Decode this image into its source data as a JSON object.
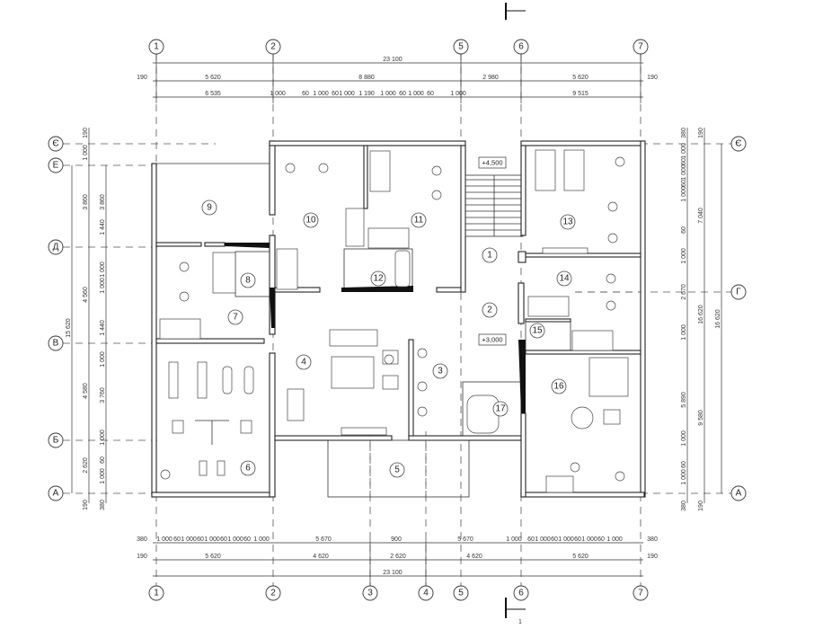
{
  "axes": {
    "columns": [
      "1",
      "2",
      "3",
      "4",
      "5",
      "6",
      "7"
    ],
    "rows": [
      "Є",
      "Е",
      "Д",
      "Г",
      "В",
      "Б",
      "А"
    ]
  },
  "section_mark": "1",
  "levels": {
    "upper": "+4,500",
    "floor": "+3,000"
  },
  "rooms": [
    "1",
    "2",
    "3",
    "4",
    "5",
    "6",
    "7",
    "8",
    "9",
    "10",
    "11",
    "12",
    "13",
    "14",
    "15",
    "16",
    "17"
  ],
  "dimensions": {
    "top_overall": [
      "23 100"
    ],
    "top_axes": [
      "190",
      "5 620",
      "8 880",
      "2 980",
      "5 620",
      "190"
    ],
    "top_openings": [
      "6 535",
      "1 000",
      "60",
      "1 000",
      "60",
      "1 000",
      "1 190",
      "1 000",
      "60",
      "1 000",
      "60",
      "1 000",
      "9 515"
    ],
    "bottom_openings": [
      "380",
      "1 000",
      "60",
      "1 000",
      "60",
      "1 000",
      "60",
      "1 000",
      "60",
      "1 000",
      "5 670",
      "900",
      "5 670",
      "1 000",
      "60",
      "1 000",
      "60",
      "1 000",
      "60",
      "1 000",
      "60",
      "1 000",
      "380"
    ],
    "bottom_axes": [
      "190",
      "5 620",
      "4 620",
      "2 620",
      "4 620",
      "5 620",
      "190"
    ],
    "bottom_overall": [
      "23 100"
    ],
    "left_overall": [
      "15 620"
    ],
    "left_axes": [
      "190",
      "1 000",
      "3 860",
      "4 560",
      "4 580",
      "2 620",
      "190"
    ],
    "left_openings": [
      "3 860",
      "1 440",
      "1 000",
      "1 000",
      "1 440",
      "1 000",
      "3 760",
      "1 000",
      "60",
      "1 000",
      "380"
    ],
    "right_openings": [
      "380",
      "1 000",
      "60",
      "1 000",
      "60",
      "1 000",
      "60",
      "1 000",
      "2 670",
      "1 000",
      "5 890",
      "1 000",
      "60",
      "1 000",
      "380"
    ],
    "right_axes": [
      "190",
      "7 040",
      "16 620",
      "9 580",
      "190"
    ],
    "right_overall": [
      "16 620"
    ]
  }
}
